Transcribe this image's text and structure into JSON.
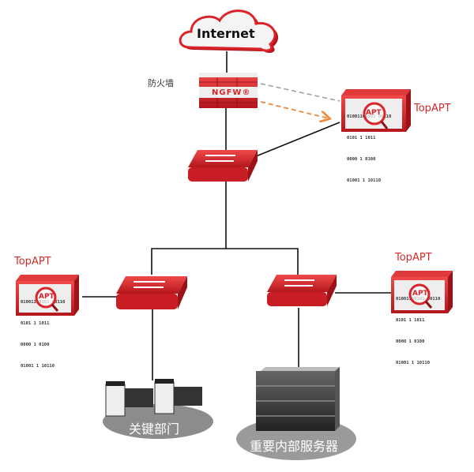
{
  "nodes": {
    "internet": {
      "label": "Internet"
    },
    "firewall": {
      "label": "防火墙",
      "badge": "NGFW®"
    },
    "apt_top": {
      "label": "TopAPT",
      "screen_text": "APT"
    },
    "apt_left": {
      "label": "TopAPT",
      "screen_text": "APT"
    },
    "apt_right": {
      "label": "TopAPT",
      "screen_text": "APT"
    },
    "dept": {
      "label": "关键部门"
    },
    "servers": {
      "label": "重要内部服务器"
    }
  },
  "binary_rows": [
    "01001100101 00110",
    "0101 1 1011",
    "0000 1 0100",
    "01001 1 10110"
  ],
  "colors": {
    "device_red": "#d9242a",
    "mirror_arrow": "#f0883a",
    "dashed_gray": "#999999",
    "link": "#111111"
  }
}
